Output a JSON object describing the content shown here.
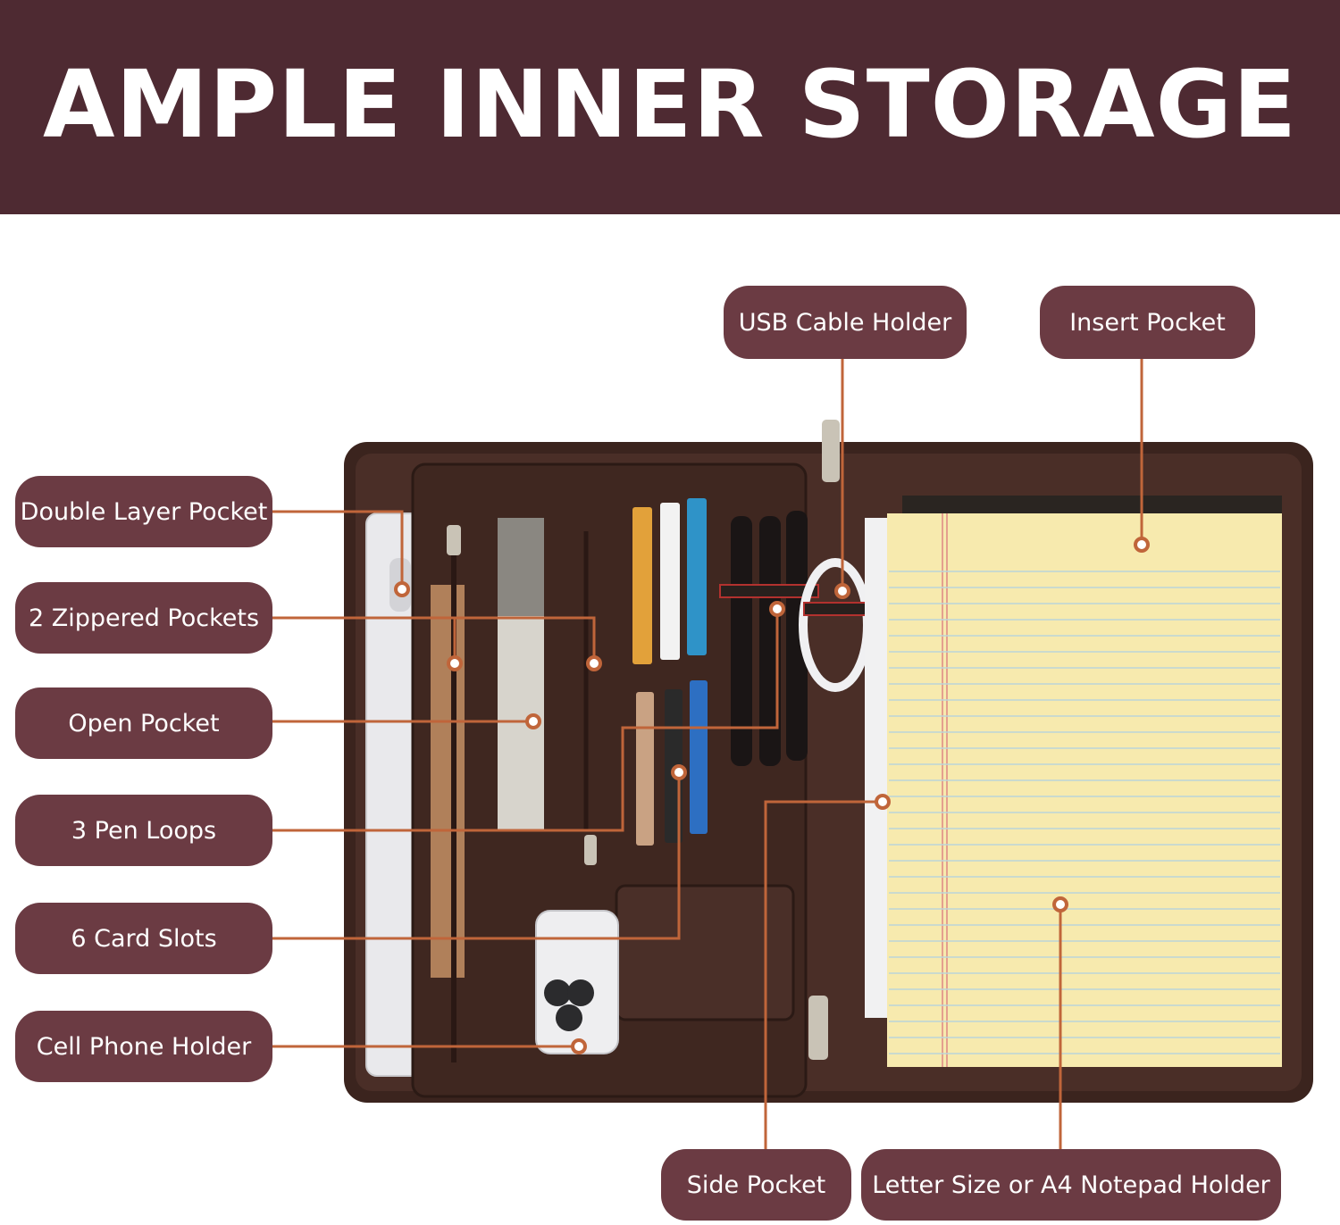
{
  "title": "AMPLE INNER STORAGE",
  "labels": {
    "double_layer_pocket": "Double Layer Pocket",
    "zippered_pockets": "2 Zippered Pockets",
    "open_pocket": "Open Pocket",
    "pen_loops": "3 Pen Loops",
    "card_slots": "6 Card Slots",
    "cell_phone_holder": "Cell Phone Holder",
    "usb_cable_holder": "USB Cable Holder",
    "insert_pocket": "Insert Pocket",
    "side_pocket": "Side Pocket",
    "notepad_holder": "Letter Size or A4 Notepad Holder"
  },
  "colors": {
    "banner": "#4e2a32",
    "pill": "#6b3b43",
    "leader_line": "#c0653a",
    "leather": "#3b241e",
    "notepad": "#f7eaae"
  }
}
